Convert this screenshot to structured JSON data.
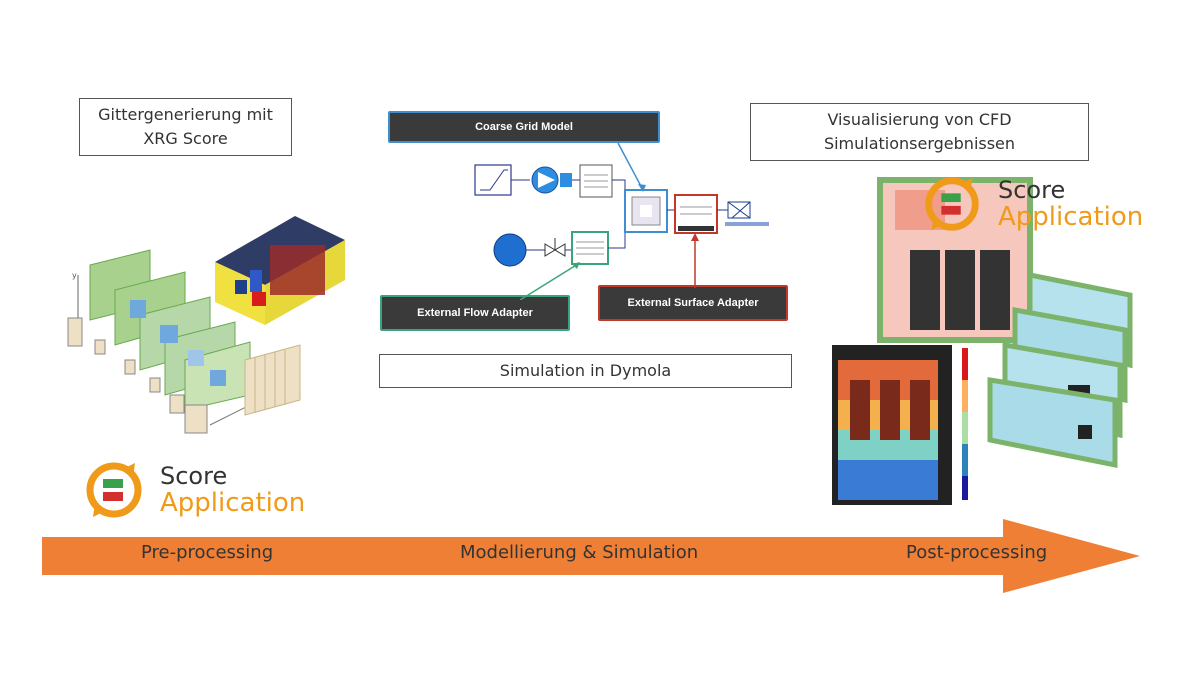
{
  "boxes": {
    "grid_line1": "Gittergenerierung  mit",
    "grid_line2": "XRG Score",
    "vis_line1": "Visualisierung  von CFD",
    "vis_line2": "Simulationsergebnissen",
    "sim": "Simulation in Dymola"
  },
  "adapters": {
    "coarse": "Coarse Grid Model",
    "flow": "External Flow Adapter",
    "surface": "External Surface Adapter"
  },
  "logo": {
    "score": "Score",
    "application": "Application"
  },
  "stages": {
    "pre": "Pre-processing",
    "mod": "Modellierung & Simulation",
    "post": "Post-processing"
  },
  "colors": {
    "arrow": "#ee7f35",
    "logo_orange": "#f09a1a",
    "logo_green": "#3aa14a",
    "logo_red": "#d32f2f",
    "coarse_border": "#3f8fd0",
    "flow_border": "#3aa57a",
    "surface_border": "#c0392b"
  }
}
